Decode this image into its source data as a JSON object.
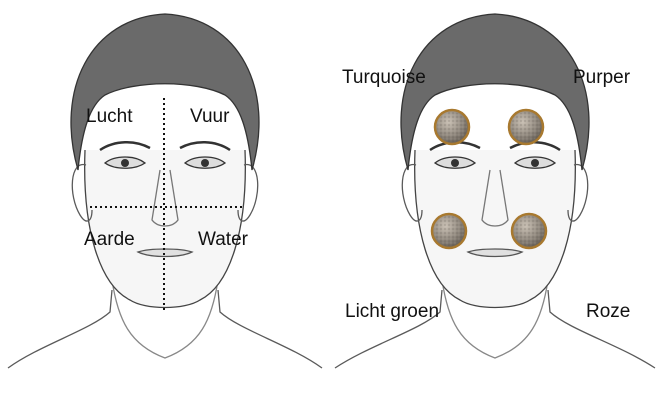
{
  "left_face": {
    "quadrants": {
      "top_left": "Lucht",
      "top_right": "Vuur",
      "bottom_left": "Aarde",
      "bottom_right": "Water"
    }
  },
  "right_face": {
    "corners": {
      "top_left": "Turquoise",
      "top_right": "Purper",
      "bottom_left": "Licht groen",
      "bottom_right": "Roze"
    }
  },
  "colors": {
    "line": "#111111",
    "skin": "#f4f4f4",
    "hair": "#555555",
    "sketch": "#5a5a5a",
    "stone": "#8f877d",
    "stone_ring": "#a8792f"
  }
}
